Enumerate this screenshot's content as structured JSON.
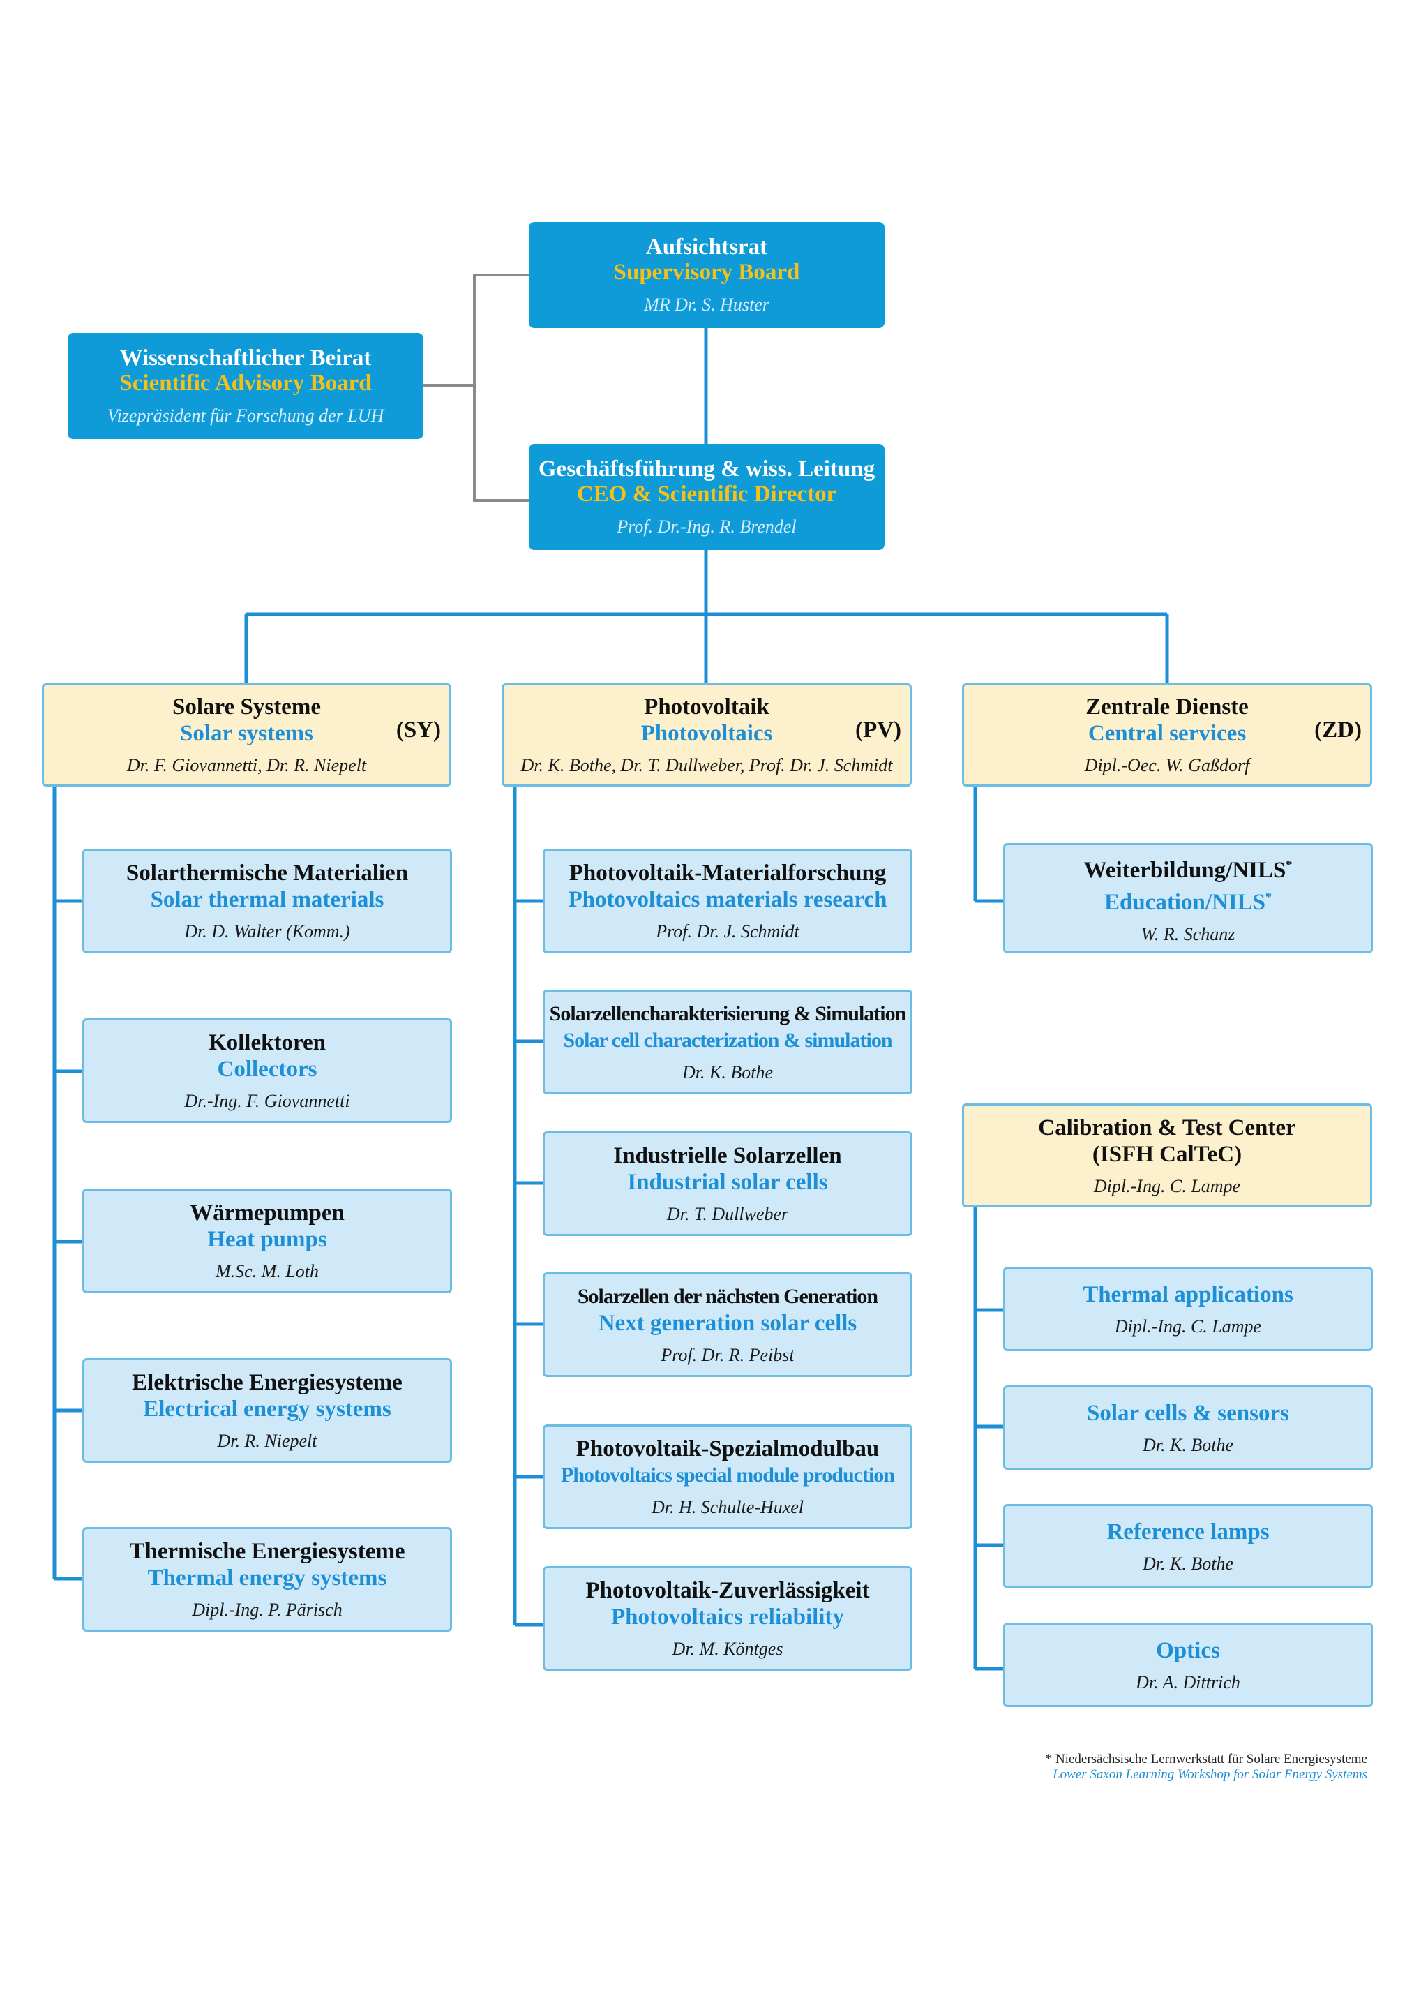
{
  "board": {
    "de": "Aufsichtsrat",
    "en": "Supervisory Board",
    "person": "MR Dr. S. Huster"
  },
  "advisory": {
    "de": "Wissenschaftlicher Beirat",
    "en": "Scientific Advisory Board",
    "person": "Vizepräsident für Forschung der LUH"
  },
  "ceo": {
    "de": "Geschäftsführung & wiss. Leitung",
    "en": "CEO & Scientific Director",
    "person": "Prof. Dr.-Ing. R. Brendel"
  },
  "departments": [
    {
      "de": "Solare Systeme",
      "en": "Solar systems",
      "abbr": "(SY)",
      "person": "Dr. F. Giovannetti, Dr. R. Niepelt"
    },
    {
      "de": "Photovoltaik",
      "en": "Photovoltaics",
      "abbr": "(PV)",
      "person": "Dr. K. Bothe, Dr. T. Dullweber, Prof. Dr. J. Schmidt"
    },
    {
      "de": "Zentrale Dienste",
      "en": "Central services",
      "abbr": "(ZD)",
      "person": "Dipl.-Oec. W. Gaßdorf"
    }
  ],
  "sy_groups": [
    {
      "de": "Solarthermische Materialien",
      "en": "Solar thermal materials",
      "person": "Dr. D. Walter (Komm.)"
    },
    {
      "de": "Kollektoren",
      "en": "Collectors",
      "person": "Dr.-Ing. F. Giovannetti"
    },
    {
      "de": "Wärmepumpen",
      "en": "Heat pumps",
      "person": "M.Sc. M. Loth"
    },
    {
      "de": "Elektrische Energiesysteme",
      "en": "Electrical energy systems",
      "person": "Dr. R. Niepelt"
    },
    {
      "de": "Thermische Energiesysteme",
      "en": "Thermal energy systems",
      "person": "Dipl.-Ing. P. Pärisch"
    }
  ],
  "pv_groups": [
    {
      "de": "Photovoltaik-Materialforschung",
      "en": "Photovoltaics materials research",
      "person": "Prof. Dr. J. Schmidt"
    },
    {
      "de": "Solarzellencharakterisierung & Simulation",
      "en": "Solar cell characterization & simulation",
      "person": "Dr. K. Bothe"
    },
    {
      "de": "Industrielle Solarzellen",
      "en": "Industrial solar cells",
      "person": "Dr. T. Dullweber"
    },
    {
      "de": "Solarzellen der nächsten Generation",
      "en": "Next generation solar cells",
      "person": "Prof. Dr. R. Peibst"
    },
    {
      "de": "Photovoltaik-Spezialmodulbau",
      "en": "Photovoltaics special module production",
      "person": "Dr. H. Schulte-Huxel"
    },
    {
      "de": "Photovoltaik-Zuverlässigkeit",
      "en": "Photovoltaics reliability",
      "person": "Dr. M. Köntges"
    }
  ],
  "zd_group": {
    "de": "Weiterbildung/NILS",
    "en": "Education/NILS",
    "sup": "*",
    "person": "W. R. Schanz"
  },
  "caltec": {
    "line1": "Calibration & Test Center",
    "line2": "(ISFH CalTeC)",
    "person": "Dipl.-Ing. C. Lampe"
  },
  "caltec_groups": [
    {
      "en": "Thermal applications",
      "person": "Dipl.-Ing. C. Lampe"
    },
    {
      "en": "Solar cells & sensors",
      "person": "Dr. K. Bothe"
    },
    {
      "en": "Reference lamps",
      "person": "Dr. K. Bothe"
    },
    {
      "en": "Optics",
      "person": "Dr. A. Dittrich"
    }
  ],
  "footnote": {
    "de": "* Niedersächsische Lernwerkstatt für Solare Energiesysteme",
    "en": "Lower Saxon Learning Workshop for Solar Energy Systems"
  },
  "colors": {
    "header_blue": "#0f9ad8",
    "header_gold": "#f5c118",
    "dept_bg": "#fdf0cc",
    "group_bg": "#cfe9f9",
    "line": "#1d8fd6",
    "bracket": "#888888"
  }
}
